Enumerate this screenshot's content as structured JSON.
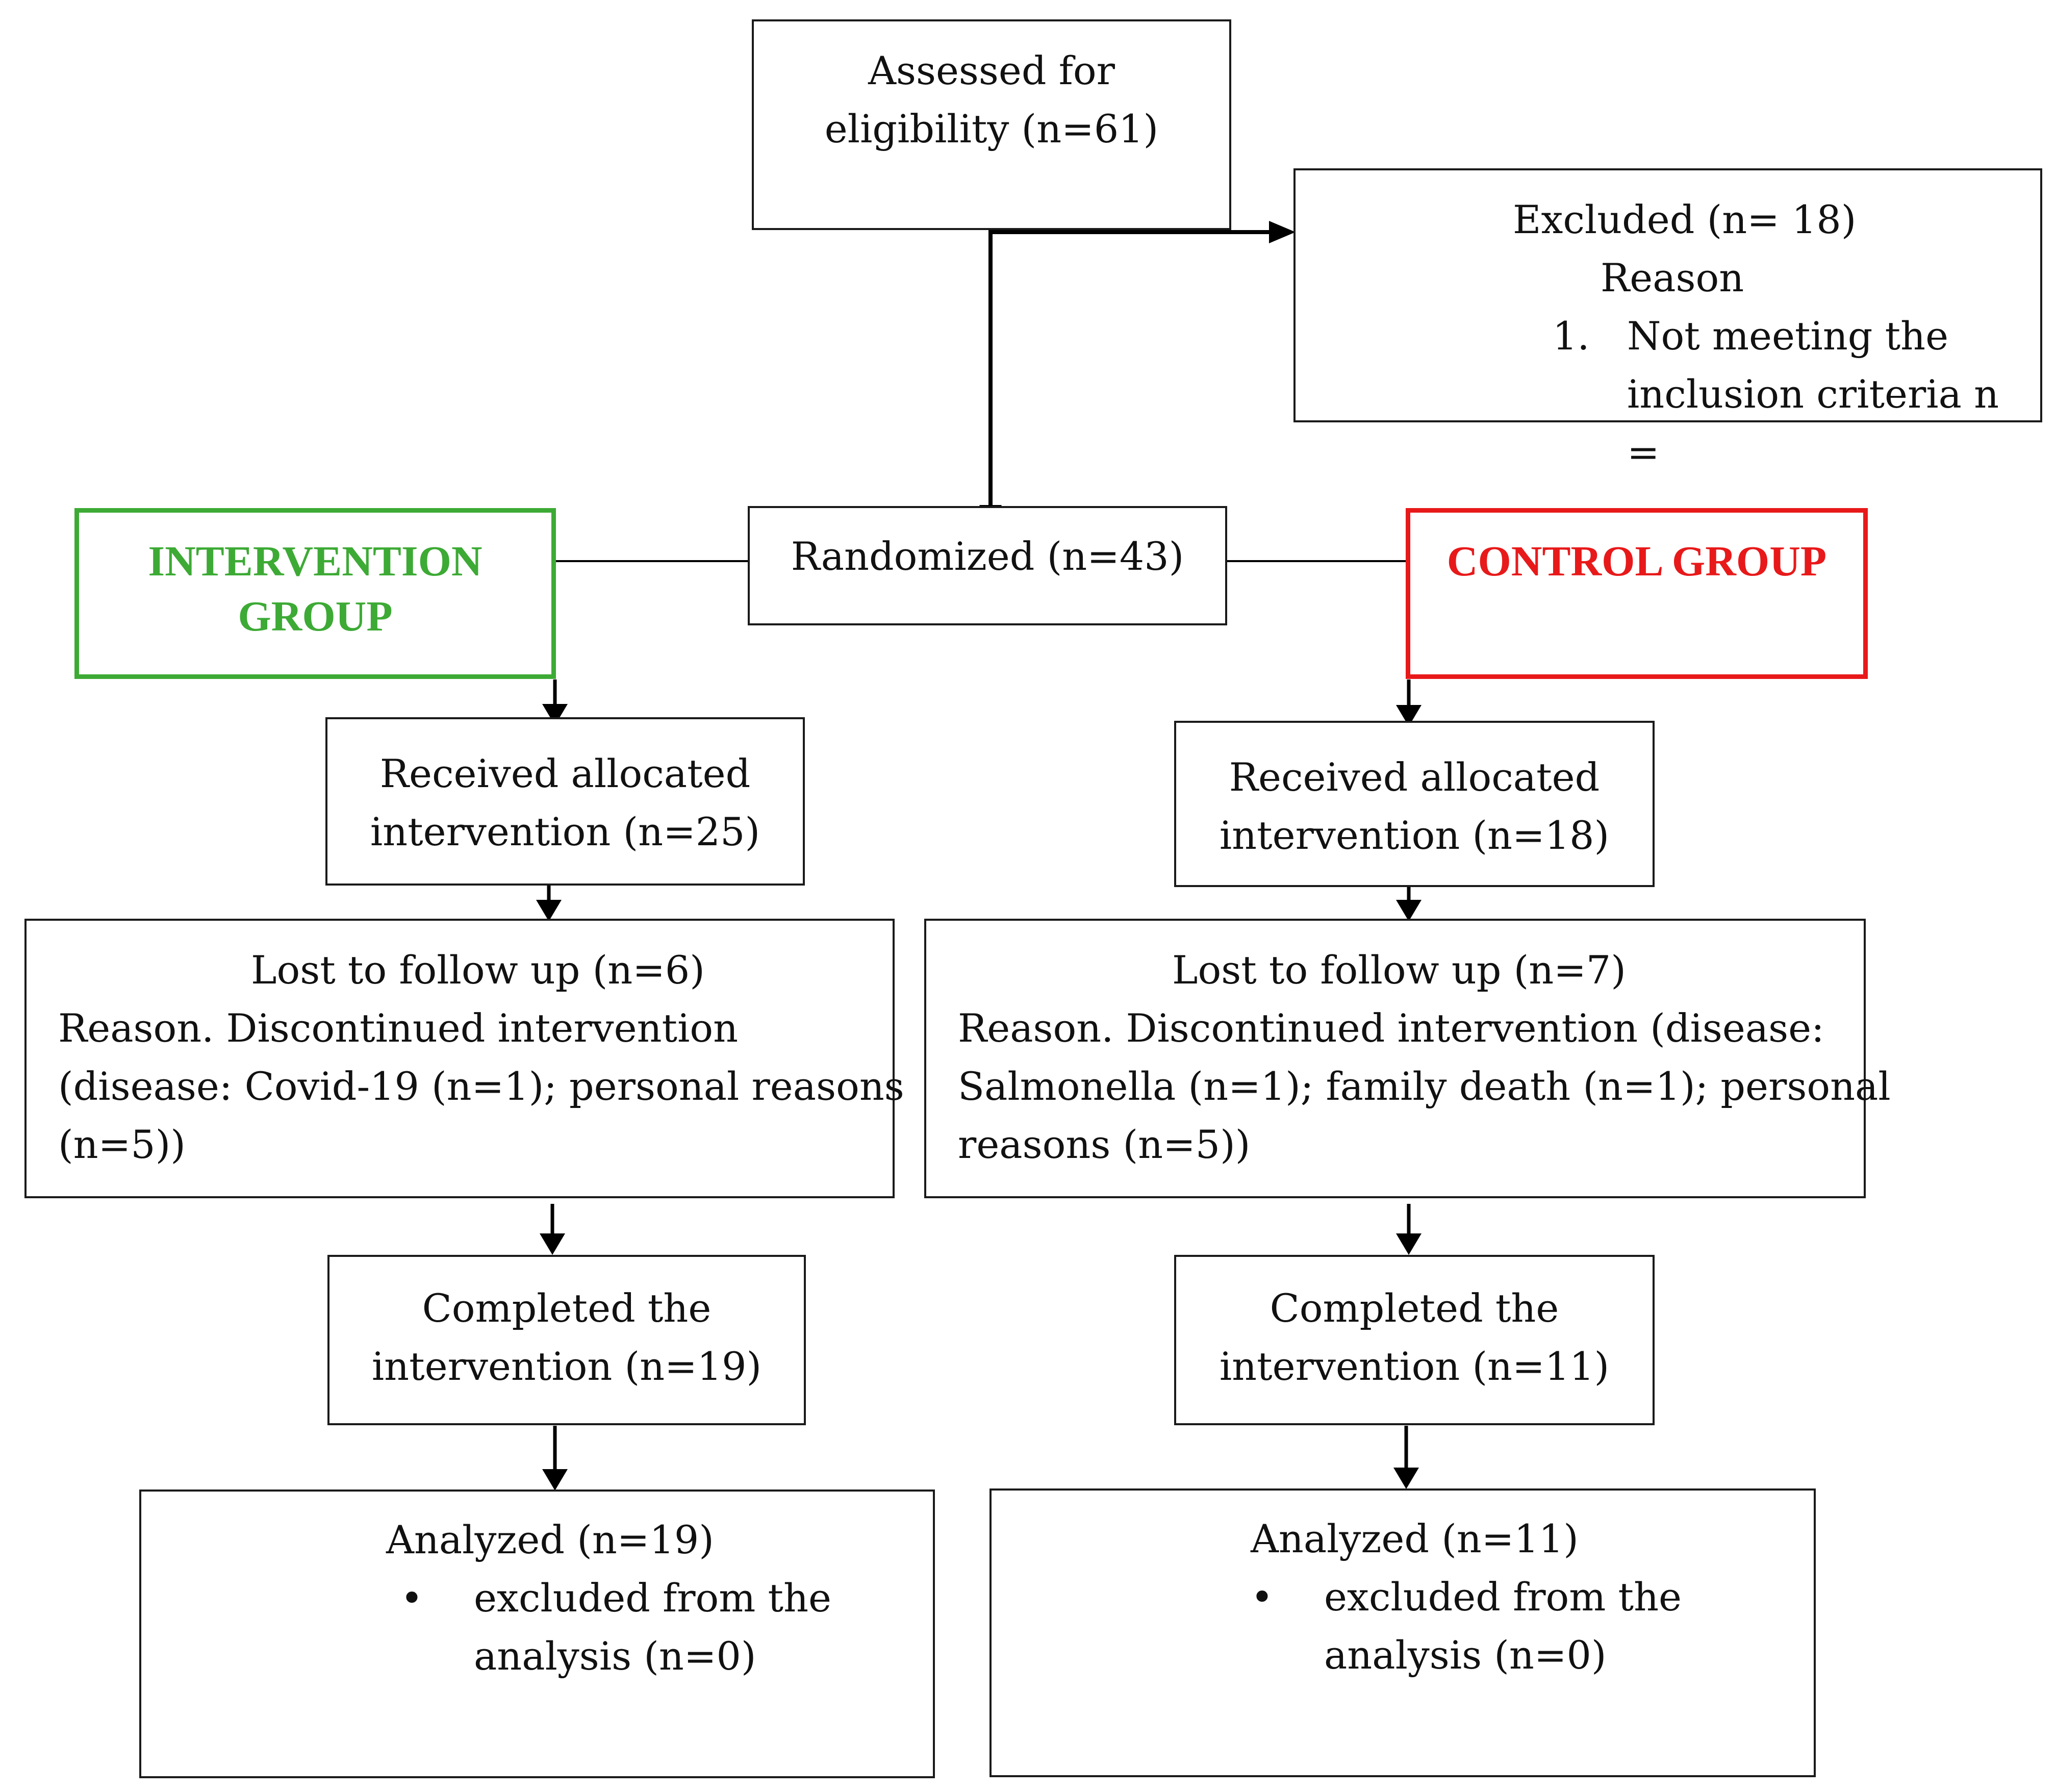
{
  "colors": {
    "line": "#000000",
    "intervention": "#3daa35",
    "control": "#e8191a"
  },
  "assessed": [
    "Assessed for",
    "eligibility (n=61)"
  ],
  "excluded": {
    "title": "Excluded (n= 18)",
    "reason": "Reason",
    "item_number": "1.",
    "item_lines": [
      "Not meeting the",
      "inclusion criteria n ="
    ]
  },
  "randomized": "Randomized (n=43)",
  "intervention_group": {
    "label_lines": [
      "INTERVENTION",
      "GROUP"
    ],
    "received": [
      "Received allocated",
      "intervention (n=25)"
    ],
    "lost_title": "Lost to follow up (n=6)",
    "lost_lines": [
      "Reason. Discontinued intervention",
      "(disease: Covid-19 (n=1); personal reasons",
      "(n=5))"
    ],
    "completed": [
      "Completed the",
      "intervention (n=19)"
    ],
    "analyzed_title": "Analyzed (n=19)",
    "analyzed_bullet": "•",
    "analyzed_lines": [
      "excluded from the",
      "analysis (n=0)"
    ]
  },
  "control_group": {
    "label": "CONTROL GROUP",
    "received": [
      "Received allocated",
      "intervention (n=18)"
    ],
    "lost_title": "Lost to follow up (n=7)",
    "lost_lines": [
      "Reason. Discontinued intervention (disease:",
      "Salmonella (n=1); family death (n=1); personal",
      "reasons (n=5))"
    ],
    "completed": [
      "Completed the",
      "intervention (n=11)"
    ],
    "analyzed_title": "Analyzed (n=11)",
    "analyzed_bullet": "•",
    "analyzed_lines": [
      "excluded from the",
      "analysis (n=0)"
    ]
  }
}
